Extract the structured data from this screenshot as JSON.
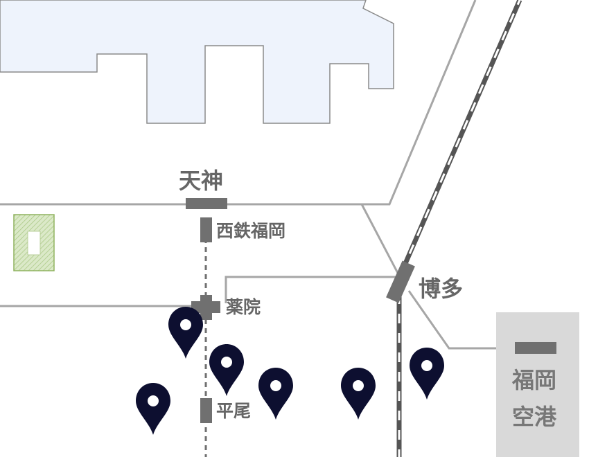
{
  "stations": {
    "tenjin": "天神",
    "nishitetsu_fukuoka": "西鉄福岡",
    "yakuin": "薬院",
    "hirao": "平尾",
    "hakata": "博多",
    "airport_line1": "福岡",
    "airport_line2": "空港"
  },
  "markers": [
    {
      "id": "marker-1",
      "icon": "map-pin-icon"
    },
    {
      "id": "marker-2",
      "icon": "map-pin-icon"
    },
    {
      "id": "marker-3",
      "icon": "map-pin-icon"
    },
    {
      "id": "marker-4",
      "icon": "map-pin-icon"
    },
    {
      "id": "marker-5",
      "icon": "map-pin-icon"
    },
    {
      "id": "marker-6",
      "icon": "map-pin-icon"
    }
  ],
  "colors": {
    "water": "#eef3fc",
    "water_outline": "#8a8a8a",
    "road": "#a6a6a6",
    "rail": "#555555",
    "station_bar": "#707070",
    "park_fill": "#dbe9c8",
    "park_stroke": "#8fb25f",
    "airport_box": "#d9d9d9",
    "pin": "#0d0f30"
  }
}
